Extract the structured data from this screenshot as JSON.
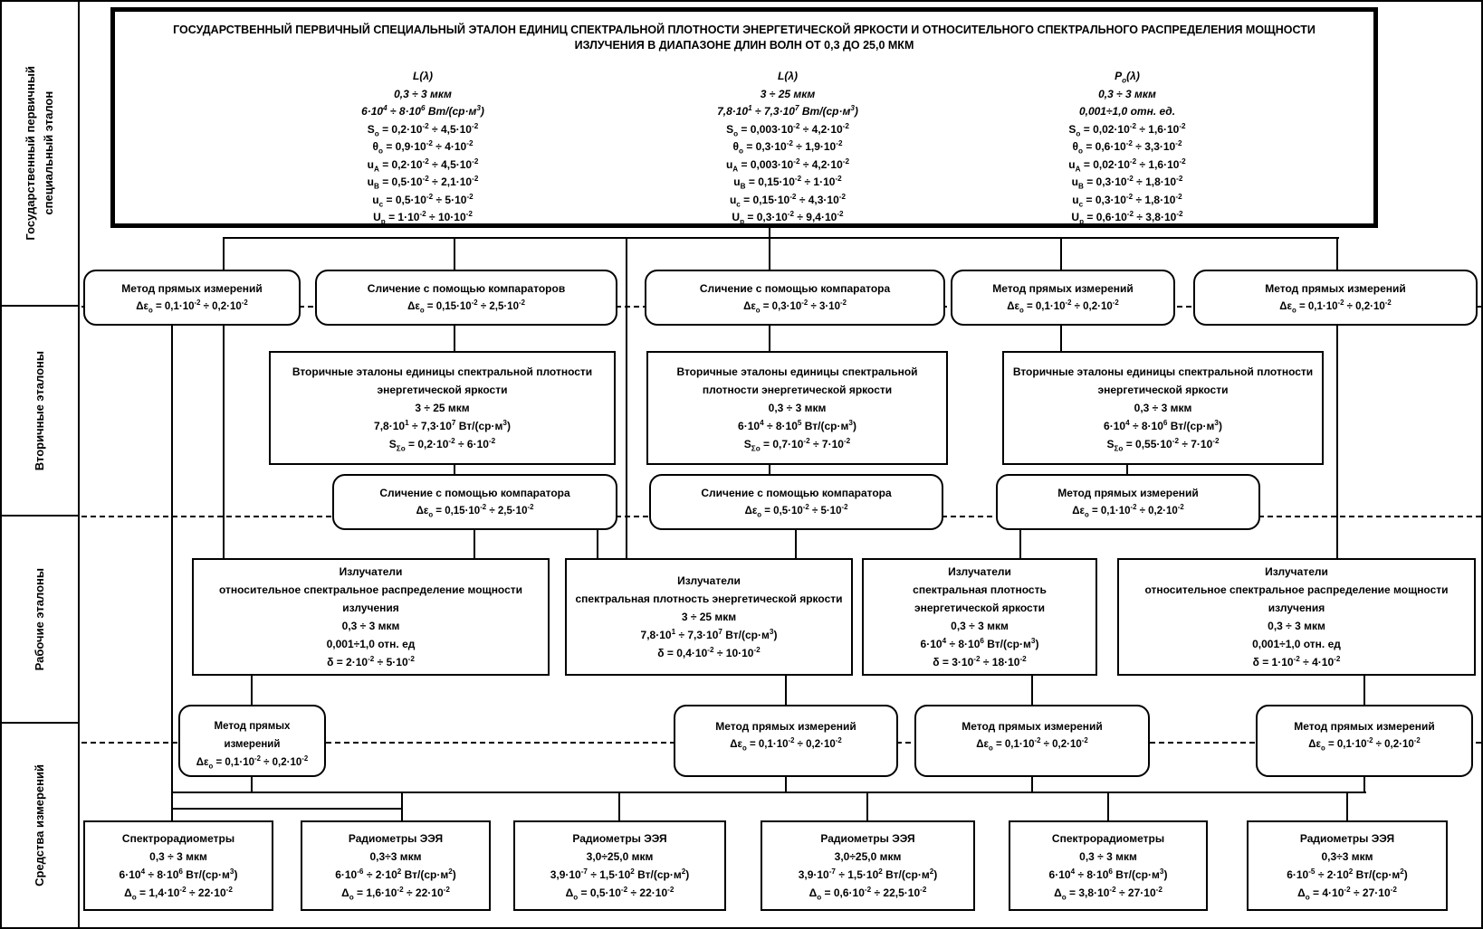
{
  "sidebar": {
    "levels": [
      {
        "lines": [
          "Государственный первичный",
          "специальный эталон"
        ]
      },
      {
        "lines": [
          "Вторичные эталоны"
        ]
      },
      {
        "lines": [
          "Рабочие эталоны"
        ]
      },
      {
        "lines": [
          "Средства измерений"
        ]
      }
    ]
  },
  "primary": {
    "title_line1": "ГОСУДАРСТВЕННЫЙ ПЕРВИЧНЫЙ СПЕЦИАЛЬНЫЙ ЭТАЛОН ЕДИНИЦ СПЕКТРАЛЬНОЙ ПЛОТНОСТИ ЭНЕРГЕТИЧЕСКОЙ ЯРКОСТИ И ОТНОСИТЕЛЬНОГО СПЕКТРАЛЬНОГО РАСПРЕДЕЛЕНИЯ МОЩНОСТИ",
    "title_line2": "ИЗЛУЧЕНИЯ В ДИАПАЗОНЕ ДЛИН ВОЛН ОТ 0,3 ДО 25,0 МКМ",
    "columns": [
      {
        "quantity": "L(λ)",
        "range": "0,3 ÷ 3 мкм",
        "values": "6·10<sup>4</sup> ÷ 8·10<sup>6</sup> Вт/(ср·м<sup>3</sup>)",
        "lines": [
          "S<sub>o</sub> = 0,2·10<sup>-2</sup> ÷ 4,5·10<sup>-2</sup>",
          "θ<sub>o</sub> = 0,9·10<sup>-2</sup> ÷ 4·10<sup>-2</sup>",
          "u<sub>A</sub> = 0,2·10<sup>-2</sup> ÷ 4,5·10<sup>-2</sup>",
          "u<sub>B</sub> = 0,5·10<sup>-2</sup> ÷ 2,1·10<sup>-2</sup>",
          "u<sub>c</sub> = 0,5·10<sup>-2</sup> ÷ 5·10<sup>-2</sup>",
          "U<sub>p</sub> = 1·10<sup>-2</sup> ÷ 10·10<sup>-2</sup>"
        ]
      },
      {
        "quantity": "L(λ)",
        "range": "3 ÷ 25 мкм",
        "values": "7,8·10<sup>1</sup> ÷ 7,3·10<sup>7</sup> Вт/(ср·м<sup>3</sup>)",
        "lines": [
          "S<sub>o</sub> = 0,003·10<sup>-2</sup> ÷ 4,2·10<sup>-2</sup>",
          "θ<sub>o</sub> = 0,3·10<sup>-2</sup> ÷ 1,9·10<sup>-2</sup>",
          "u<sub>A</sub> = 0,003·10<sup>-2</sup> ÷ 4,2·10<sup>-2</sup>",
          "u<sub>B</sub> = 0,15·10<sup>-2</sup> ÷ 1·10<sup>-2</sup>",
          "u<sub>c</sub> = 0,15·10<sup>-2</sup> ÷ 4,3·10<sup>-2</sup>",
          "U<sub>p</sub> = 0,3·10<sup>-2</sup> ÷ 9,4·10<sup>-2</sup>"
        ]
      },
      {
        "quantity": "P<sub>o</sub>(λ)",
        "range": "0,3 ÷ 3 мкм",
        "values": "0,001÷1,0 отн. ед.",
        "lines": [
          "S<sub>o</sub> = 0,02·10<sup>-2</sup> ÷ 1,6·10<sup>-2</sup>",
          "θ<sub>o</sub> = 0,6·10<sup>-2</sup> ÷ 3,3·10<sup>-2</sup>",
          "u<sub>A</sub> = 0,02·10<sup>-2</sup> ÷ 1,6·10<sup>-2</sup>",
          "u<sub>B</sub> = 0,3·10<sup>-2</sup> ÷ 1,8·10<sup>-2</sup>",
          "u<sub>c</sub> = 0,3·10<sup>-2</sup> ÷ 1,8·10<sup>-2</sup>",
          "U<sub>p</sub> = 0,6·10<sup>-2</sup> ÷ 3,8·10<sup>-2</sup>"
        ]
      }
    ]
  },
  "methods_tier1": [
    {
      "title": "Метод прямых измерений",
      "formula": "Δε<sub>o</sub> = 0,1·10<sup>-2</sup> ÷ 0,2·10<sup>-2</sup>"
    },
    {
      "title": "Сличение с помощью компараторов",
      "formula": "Δε<sub>o</sub> = 0,15·10<sup>-2</sup> ÷ 2,5·10<sup>-2</sup>"
    },
    {
      "title": "Сличение с помощью компаратора",
      "formula": "Δε<sub>o</sub> = 0,3·10<sup>-2</sup> ÷ 3·10<sup>-2</sup>"
    },
    {
      "title": "Метод прямых измерений",
      "formula": "Δε<sub>o</sub> = 0,1·10<sup>-2</sup> ÷ 0,2·10<sup>-2</sup>"
    },
    {
      "title": "Метод прямых измерений",
      "formula": "Δε<sub>o</sub> = 0,1·10<sup>-2</sup> ÷ 0,2·10<sup>-2</sup>"
    }
  ],
  "secondary": [
    {
      "title": "Вторичные эталоны единицы спектральной плотности энергетической яркости",
      "range": "3 ÷ 25 мкм",
      "values": "7,8·10<sup>1</sup> ÷ 7,3·10<sup>7</sup> Вт/(ср·м<sup>3</sup>)",
      "formula": "S<sub>Σo</sub> = 0,2·10<sup>-2</sup> ÷ 6·10<sup>-2</sup>"
    },
    {
      "title": "Вторичные эталоны единицы спектральной плотности энергетической яркости",
      "range": "0,3 ÷ 3 мкм",
      "values": "6·10<sup>4</sup> ÷ 8·10<sup>5</sup> Вт/(ср·м<sup>3</sup>)",
      "formula": "S<sub>Σo</sub> = 0,7·10<sup>-2</sup> ÷ 7·10<sup>-2</sup>"
    },
    {
      "title": "Вторичные эталоны единицы спектральной плотности энергетической яркости",
      "range": "0,3 ÷ 3 мкм",
      "values": "6·10<sup>4</sup> ÷ 8·10<sup>6</sup> Вт/(ср·м<sup>3</sup>)",
      "formula": "S<sub>Σo</sub> = 0,55·10<sup>-2</sup> ÷ 7·10<sup>-2</sup>"
    }
  ],
  "methods_tier2": [
    {
      "title": "Сличение с помощью компаратора",
      "formula": "Δε<sub>o</sub> = 0,15·10<sup>-2</sup> ÷ 2,5·10<sup>-2</sup>"
    },
    {
      "title": "Сличение с помощью компаратора",
      "formula": "Δε<sub>o</sub> = 0,5·10<sup>-2</sup> ÷ 5·10<sup>-2</sup>"
    },
    {
      "title": "Метод прямых измерений",
      "formula": "Δε<sub>o</sub> = 0,1·10<sup>-2</sup> ÷ 0,2·10<sup>-2</sup>"
    }
  ],
  "working": [
    {
      "title": "Излучатели",
      "subtitle": "относительное спектральное распределение мощности излучения",
      "range": "0,3 ÷ 3 мкм",
      "values": "0,001÷1,0 отн. ед",
      "formula": "δ = 2·10<sup>-2</sup> ÷ 5·10<sup>-2</sup>"
    },
    {
      "title": "Излучатели",
      "subtitle": "спектральная плотность энергетической яркости",
      "range": "3 ÷ 25 мкм",
      "values": "7,8·10<sup>1</sup> ÷ 7,3·10<sup>7</sup> Вт/(ср·м<sup>3</sup>)",
      "formula": "δ = 0,4·10<sup>-2</sup> ÷ 10·10<sup>-2</sup>"
    },
    {
      "title": "Излучатели",
      "subtitle": "спектральная плотность энергетической яркости",
      "range": "0,3 ÷ 3 мкм",
      "values": "6·10<sup>4</sup> ÷ 8·10<sup>6</sup> Вт/(ср·м<sup>3</sup>)",
      "formula": "δ = 3·10<sup>-2</sup> ÷ 18·10<sup>-2</sup>"
    },
    {
      "title": "Излучатели",
      "subtitle": "относительное спектральное распределение мощности излучения",
      "range": "0,3 ÷ 3 мкм",
      "values": "0,001÷1,0 отн. ед",
      "formula": "δ = 1·10<sup>-2</sup> ÷ 4·10<sup>-2</sup>"
    }
  ],
  "methods_tier3": [
    {
      "title": "Метод прямых измерений",
      "formula": "Δε<sub>o</sub> = 0,1·10<sup>-2</sup> ÷ 0,2·10<sup>-2</sup>"
    },
    {
      "title": "Метод прямых измерений",
      "formula": "Δε<sub>o</sub> = 0,1·10<sup>-2</sup> ÷ 0,2·10<sup>-2</sup>"
    },
    {
      "title": "Метод прямых измерений",
      "formula": "Δε<sub>o</sub> = 0,1·10<sup>-2</sup> ÷ 0,2·10<sup>-2</sup>"
    },
    {
      "title": "Метод прямых измерений",
      "formula": "Δε<sub>o</sub> = 0,1·10<sup>-2</sup> ÷ 0,2·10<sup>-2</sup>"
    }
  ],
  "instruments": [
    {
      "title": "Спектрорадиометры",
      "range": "0,3 ÷ 3 мкм",
      "values": "6·10<sup>4</sup> ÷ 8·10<sup>6</sup> Вт/(ср·м<sup>3</sup>)",
      "formula": "Δ<sub>o</sub> = 1,4·10<sup>-2</sup> ÷ 22·10<sup>-2</sup>"
    },
    {
      "title": "Радиометры ЭЭЯ",
      "range": "0,3÷3 мкм",
      "values": "6·10<sup>-6</sup> ÷ 2·10<sup>2</sup> Вт/(ср·м<sup>2</sup>)",
      "formula": "Δ<sub>o</sub> = 1,6·10<sup>-2</sup> ÷ 22·10<sup>-2</sup>"
    },
    {
      "title": "Радиометры ЭЭЯ",
      "range": "3,0÷25,0 мкм",
      "values": "3,9·10<sup>-7</sup> ÷ 1,5·10<sup>2</sup> Вт/(ср·м<sup>2</sup>)",
      "formula": "Δ<sub>o</sub> = 0,5·10<sup>-2</sup> ÷ 22·10<sup>-2</sup>"
    },
    {
      "title": "Радиометры ЭЭЯ",
      "range": "3,0÷25,0 мкм",
      "values": "3,9·10<sup>-7</sup> ÷ 1,5·10<sup>2</sup> Вт/(ср·м<sup>2</sup>)",
      "formula": "Δ<sub>o</sub> = 0,6·10<sup>-2</sup> ÷ 22,5·10<sup>-2</sup>"
    },
    {
      "title": "Спектрорадиометры",
      "range": "0,3 ÷ 3 мкм",
      "values": "6·10<sup>4</sup> ÷ 8·10<sup>6</sup> Вт/(ср·м<sup>3</sup>)",
      "formula": "Δ<sub>o</sub> = 3,8·10<sup>-2</sup> ÷ 27·10<sup>-2</sup>"
    },
    {
      "title": "Радиометры ЭЭЯ",
      "range": "0,3÷3 мкм",
      "values": "6·10<sup>-5</sup> ÷ 2·10<sup>2</sup> Вт/(ср·м<sup>2</sup>)",
      "formula": "Δ<sub>o</sub> = 4·10<sup>-2</sup> ÷ 27·10<sup>-2</sup>"
    }
  ]
}
